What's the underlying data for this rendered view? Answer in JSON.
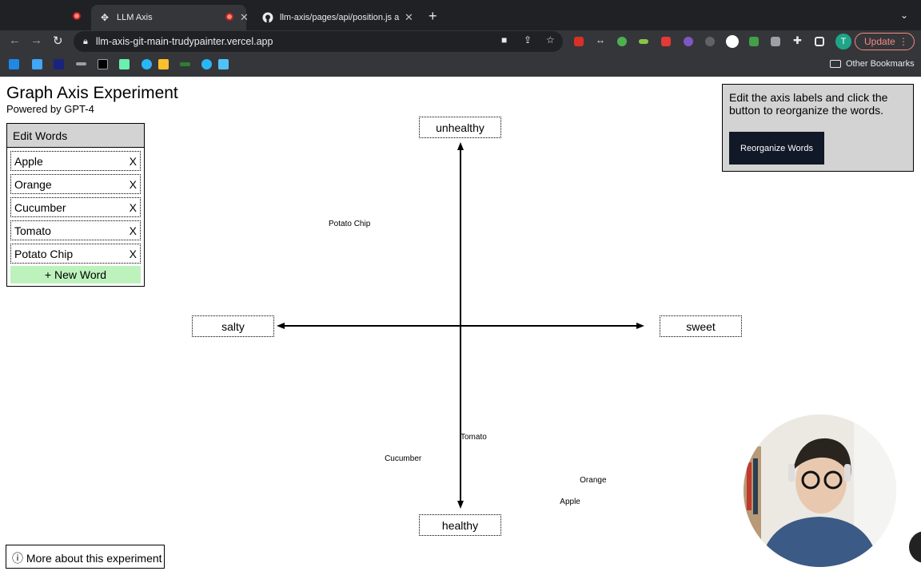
{
  "browser": {
    "tabs": [
      {
        "title": "LLM Axis",
        "active": true
      },
      {
        "title": "llm-axis/pages/api/position.js a",
        "active": false
      }
    ],
    "url": "llm-axis-git-main-trudypainter.vercel.app",
    "profile_initial": "T",
    "update_label": "Update",
    "bookmarks_folder": "Other Bookmarks"
  },
  "page": {
    "title": "Graph Axis Experiment",
    "subtitle": "Powered by GPT-4"
  },
  "edit_words": {
    "header": "Edit Words",
    "words": [
      "Apple",
      "Orange",
      "Cucumber",
      "Tomato",
      "Potato Chip"
    ],
    "remove_label": "X",
    "new_word_label": "+ New Word"
  },
  "instructions": {
    "text": "Edit the axis labels and click the button to reorganize the words.",
    "button_label": "Reorganize Words"
  },
  "axes": {
    "top": "unhealthy",
    "bottom": "healthy",
    "left": "salty",
    "right": "sweet"
  },
  "plotted_words": [
    {
      "label": "Potato Chip",
      "x": -0.73,
      "y": 0.56
    },
    {
      "label": "Tomato",
      "x": 0.0,
      "y": -0.62
    },
    {
      "label": "Cucumber",
      "x": -0.42,
      "y": -0.74
    },
    {
      "label": "Orange",
      "x": 0.66,
      "y": -0.86
    },
    {
      "label": "Apple",
      "x": 0.55,
      "y": -0.98
    }
  ],
  "footer": {
    "more_label": "ⓘ More about this experiment"
  }
}
